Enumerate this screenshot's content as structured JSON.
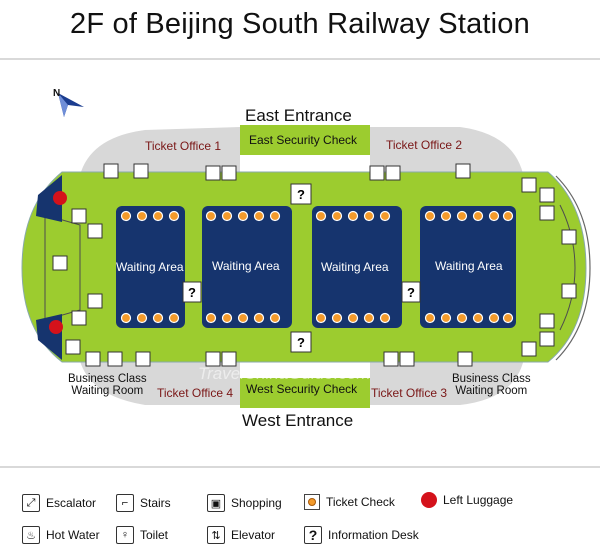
{
  "title": "2F of Beijing South Railway Station",
  "compass": {
    "label": "N"
  },
  "entrances": {
    "east": "East Entrance",
    "west": "West Entrance"
  },
  "security": {
    "east": "East Security Check",
    "west": "West Security Check"
  },
  "ticket_offices": {
    "office_1": "Ticket Office 1",
    "office_2": "Ticket Office 2",
    "office_3": "Ticket Office 3",
    "office_4": "Ticket Office 4"
  },
  "waiting_areas": [
    "Waiting Area",
    "Waiting Area",
    "Waiting Area",
    "Waiting Area"
  ],
  "business_class": {
    "left_line1": "Business Class",
    "left_line2": "Waiting Room",
    "right_line1": "Business Class",
    "right_line2": "Waiting Room"
  },
  "watermark": "TravelChinaGuide.com",
  "legend": {
    "escalator": "Escalator",
    "stairs": "Stairs",
    "shopping": "Shopping",
    "ticket_check": "Ticket Check",
    "left_luggage": "Left Luggage",
    "hot_water": "Hot Water",
    "toilet": "Toilet",
    "elevator": "Elevator",
    "information_desk": "Information Desk"
  },
  "colors": {
    "floor": "#9ccc2f",
    "waiting": "#16346e",
    "ticket_office": "#d8d8d8",
    "ticket_check": "#f39a2b",
    "left_luggage": "#d4121b"
  }
}
